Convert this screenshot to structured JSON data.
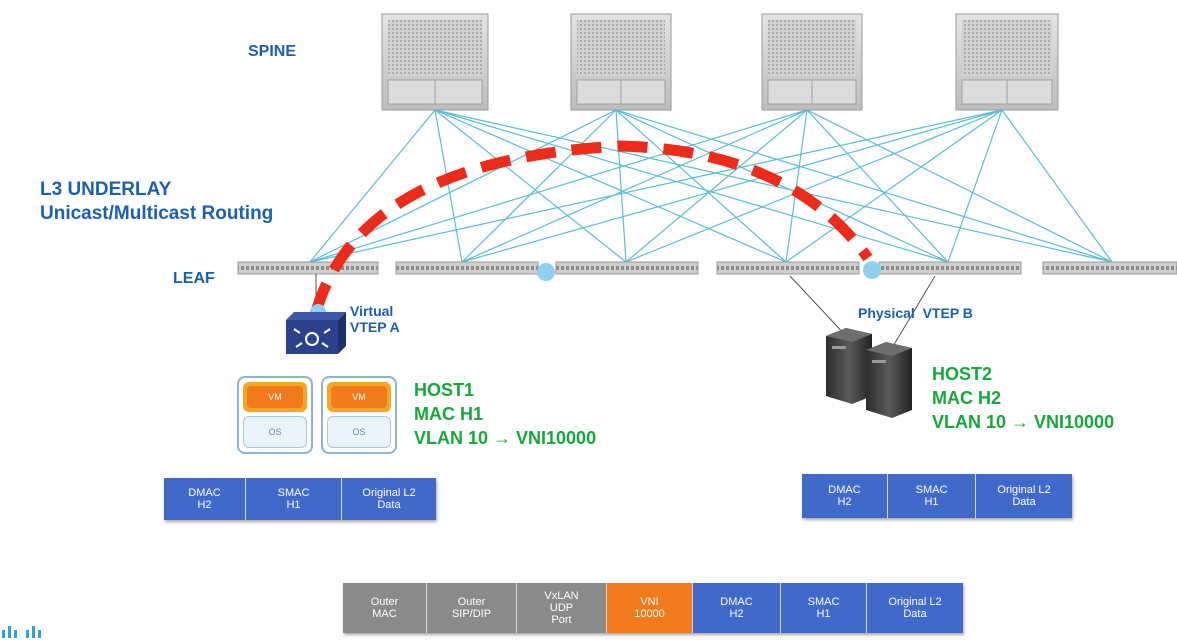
{
  "labels": {
    "spine": "SPINE",
    "underlay_line1": "L3 UNDERLAY",
    "underlay_line2": "Unicast/Multicast Routing",
    "leaf": "LEAF",
    "vtep_a_line1": "Virtual",
    "vtep_a_line2": "VTEP A",
    "vtep_b": "Physical  VTEP B"
  },
  "host1": {
    "name": "HOST1",
    "mac": "MAC H1",
    "vlan": "VLAN 10 → VNI10000"
  },
  "host2": {
    "name": "HOST2",
    "mac": "MAC H2",
    "vlan": "VLAN 10 → VNI10000"
  },
  "vms": [
    {
      "top": "VM",
      "bottom": "OS"
    },
    {
      "top": "VM",
      "bottom": "OS"
    }
  ],
  "frame_left": [
    "DMAC\nH2",
    "SMAC\nH1",
    "Original L2\nData"
  ],
  "frame_right": [
    "DMAC\nH2",
    "SMAC\nH1",
    "Original L2\nData"
  ],
  "frame_encap": [
    "Outer\nMAC",
    "Outer\nSIP/DIP",
    "VxLAN\nUDP\nPort",
    "VNI\n10000",
    "DMAC\nH2",
    "SMAC\nH1",
    "Original L2\nData"
  ],
  "colors": {
    "label_blue": "#1a5fb0",
    "host_green": "#16a83a",
    "header_blue": "#4169c9",
    "header_gray": "#8a8a8a",
    "vni_orange": "#f07a1c",
    "link_cyan": "#5bbcd6",
    "tunnel_red": "#ee2a1b"
  },
  "icons": [
    "spine-switch-icon",
    "leaf-switch-icon",
    "virtual-switch-icon",
    "server-icon",
    "cisco-logo-icon"
  ]
}
